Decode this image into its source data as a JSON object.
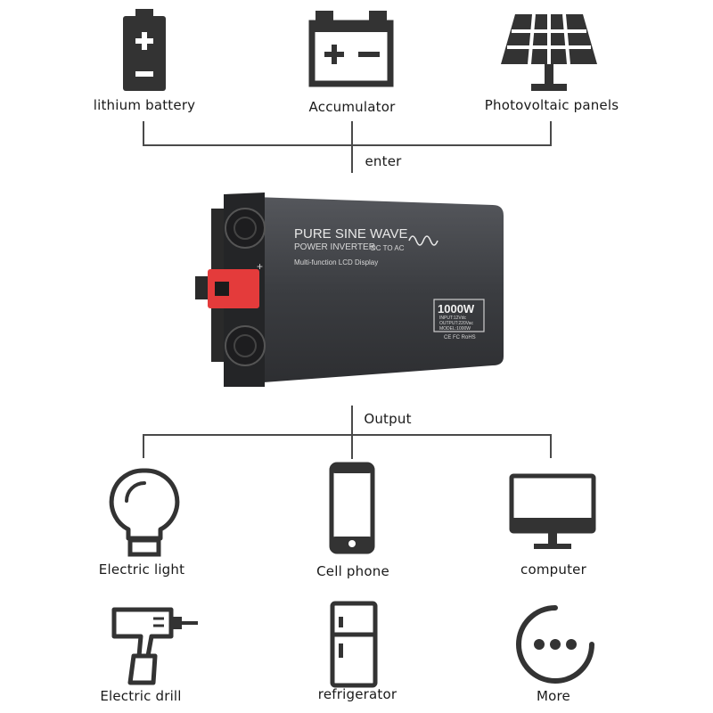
{
  "inputs": [
    {
      "label": "lithium battery",
      "icon": "lithium-battery-icon"
    },
    {
      "label": "Accumulator",
      "icon": "accumulator-icon"
    },
    {
      "label": "Photovoltaic panels",
      "icon": "solar-panel-icon"
    }
  ],
  "enter_label": "enter",
  "output_label": "Output",
  "inverter": {
    "title": "PURE SINE WAVE",
    "subtitle": "POWER INVERTER",
    "dc_ac": "DC TO AC",
    "display": "Multi-function LCD Display",
    "rating": "1000W",
    "input_spec": "INPUT:12Vdc",
    "output_spec": "OUTPUT:220Vac",
    "model_spec": "MODEL:1000W",
    "cert": "CE FC RoHS",
    "terminal_label": "+"
  },
  "outputs": [
    {
      "label": "Electric light",
      "icon": "light-bulb-icon"
    },
    {
      "label": "Cell phone",
      "icon": "cell-phone-icon"
    },
    {
      "label": "computer",
      "icon": "computer-monitor-icon"
    },
    {
      "label": "Electric drill",
      "icon": "electric-drill-icon"
    },
    {
      "label": "refrigerator",
      "icon": "refrigerator-icon"
    },
    {
      "label": "More",
      "icon": "more-icon"
    }
  ],
  "colors": {
    "icon": "#333333",
    "line": "#4a4a4a",
    "body": "#3a3c40",
    "terminal": "#e43b3b"
  }
}
